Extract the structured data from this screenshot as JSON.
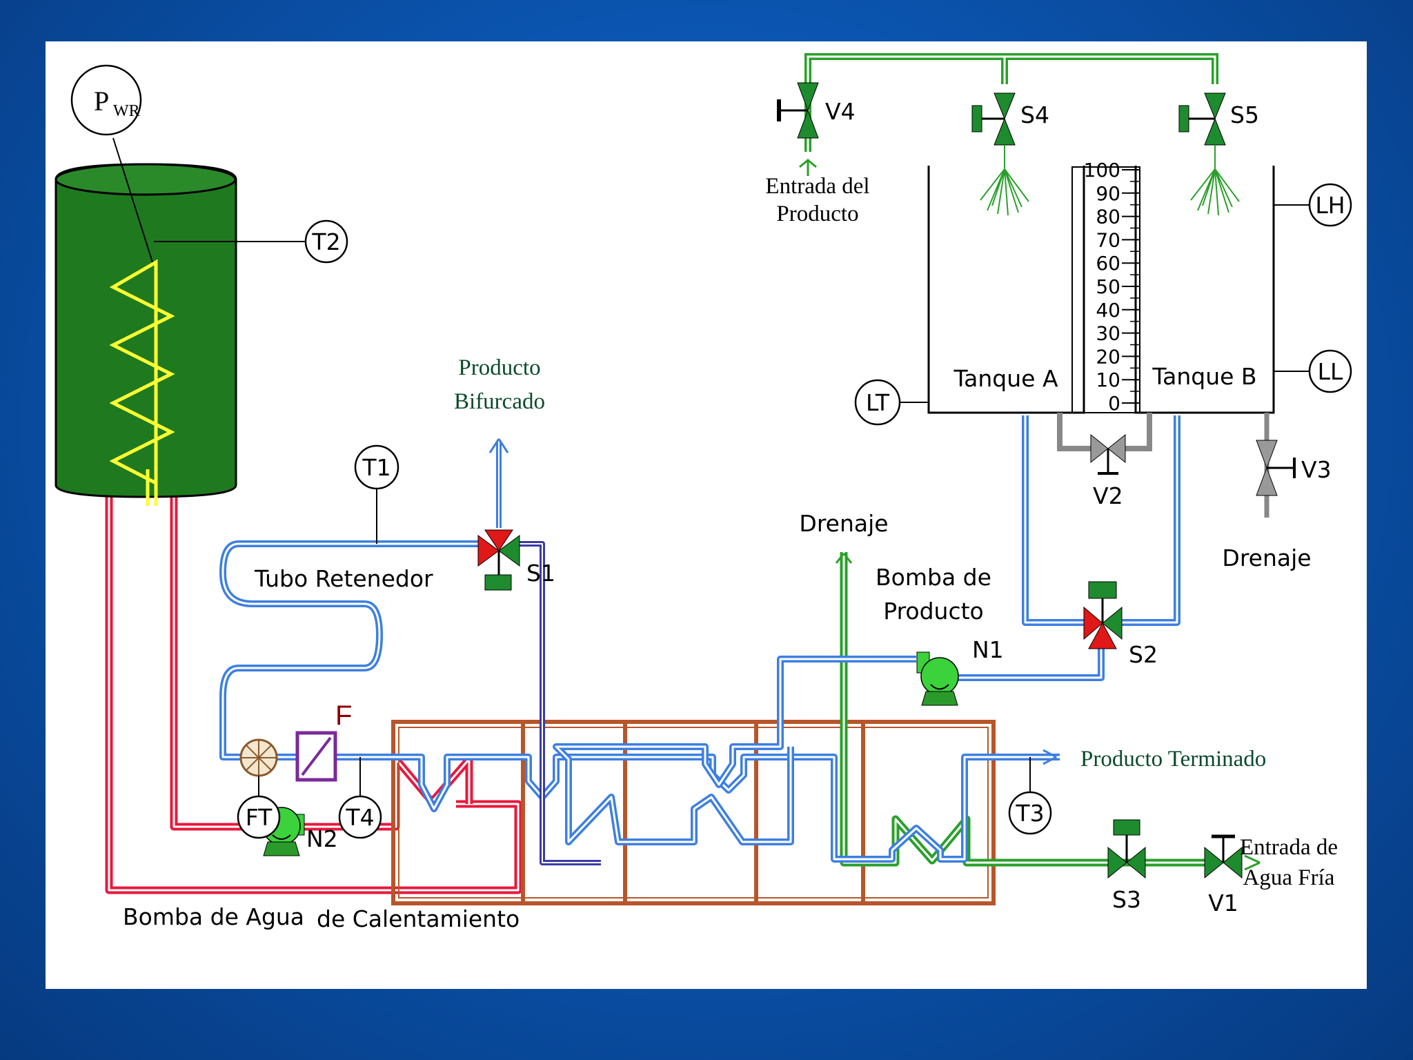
{
  "colors": {
    "background": "#0b55b0",
    "panel": "#ffffff",
    "boiler": "#1f7a1f",
    "heater_coil": "#ffff33",
    "hot_water": "#e8183c",
    "product_pipe": "#3d7fe0",
    "cold_water": "#2aa02a",
    "exchanger_frame": "#b8562a",
    "valve_green": "#1e8b2e",
    "valve_red": "#e01818",
    "filter": "#7a2a9a",
    "flow_meter": "#8a5a2a"
  },
  "instruments": {
    "pwr": {
      "main": "P",
      "sub": "WR"
    },
    "t1": "T1",
    "t2": "T2",
    "t3": "T3",
    "t4": "T4",
    "ft": "FT",
    "lt": "LT",
    "lh": "LH",
    "ll": "LL"
  },
  "valves": {
    "v1": "V1",
    "v2": "V2",
    "v3": "V3",
    "v4": "V4",
    "s1": "S1",
    "s2": "S2",
    "s3": "S3",
    "s4": "S4",
    "s5": "S5"
  },
  "pumps": {
    "n1": "N1",
    "n2": "N2"
  },
  "filter_label": "F",
  "tanks": {
    "a": "Tanque A",
    "b": "Tanque B"
  },
  "level_scale": [
    "100",
    "90",
    "80",
    "70",
    "60",
    "50",
    "40",
    "30",
    "20",
    "10",
    "0"
  ],
  "labels": {
    "product_inlet_1": "Entrada del",
    "product_inlet_2": "Producto",
    "branched_1": "Producto",
    "branched_2": "Bifurcado",
    "holding_tube": "Tubo Retenedor",
    "drain_center": "Drenaje",
    "drain_right": "Drenaje",
    "product_pump_1": "Bomba de",
    "product_pump_2": "Producto",
    "finished": "Producto Terminado",
    "cold_inlet_1": "Entrada de",
    "cold_inlet_2": "Agua Fría",
    "water_pump": "Bomba de Agua",
    "heating": "de Calentamiento"
  },
  "icons": [
    "pump-icon",
    "valve-icon",
    "three-way-valve-icon",
    "spray-nozzle-icon",
    "flow-meter-icon",
    "filter-icon",
    "heater-coil-icon",
    "arrow-icon"
  ]
}
